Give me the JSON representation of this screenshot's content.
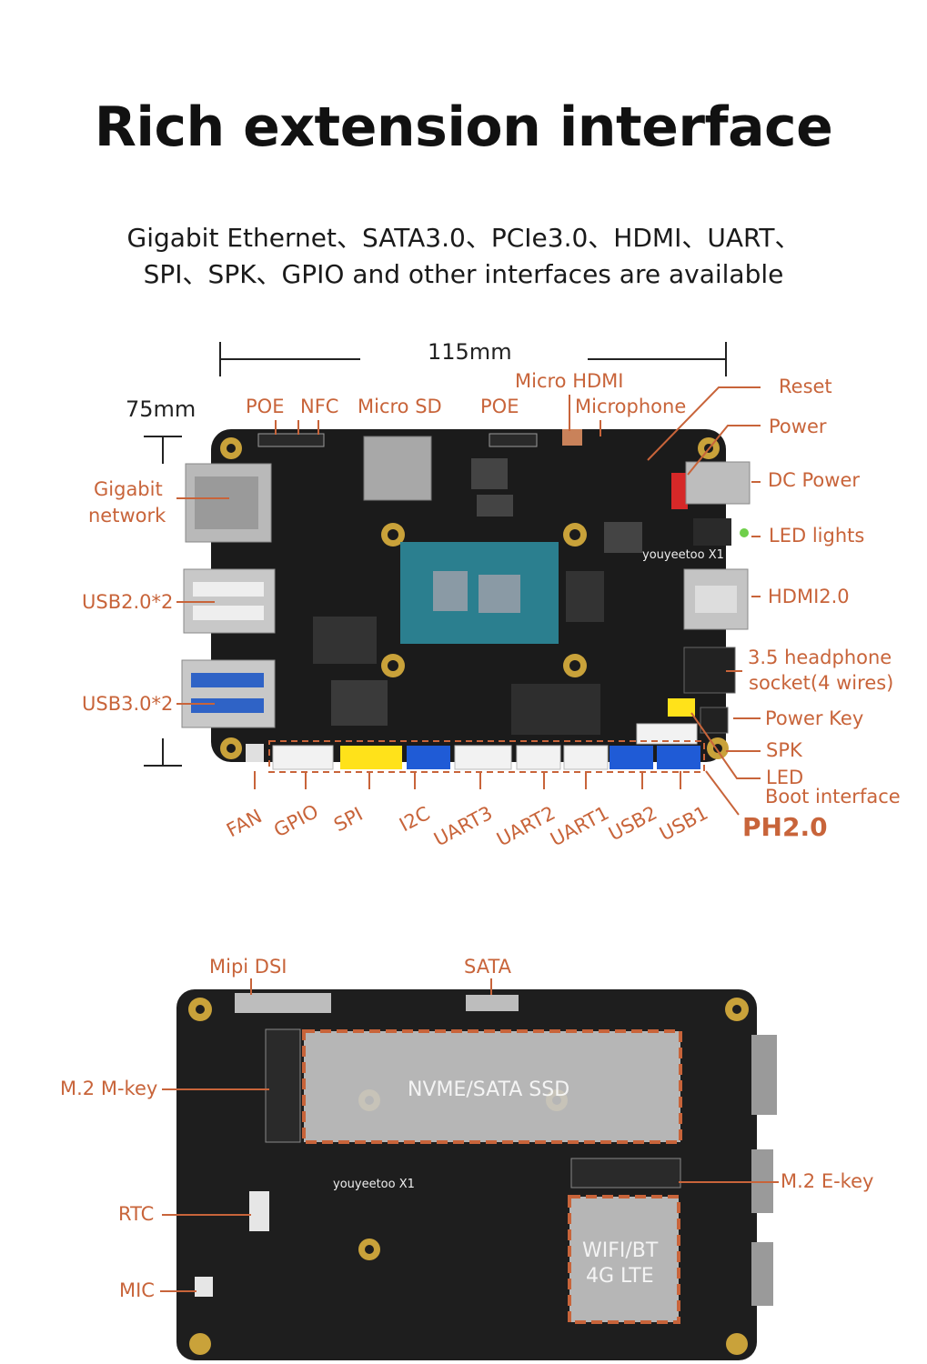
{
  "title": "Rich extension interface",
  "subtitle": {
    "line1": "Gigabit Ethernet、SATA3.0、PCIe3.0、HDMI、UART、",
    "line2": "SPI、SPK、GPIO and other interfaces are available"
  },
  "dimensions": {
    "width": "115mm",
    "height": "75mm"
  },
  "top_labels": {
    "poe1": "POE",
    "nfc": "NFC",
    "microsd": "Micro SD",
    "poe2": "POE",
    "microhdmi": "Micro HDMI",
    "microphone": "Microphone"
  },
  "left_labels": {
    "gigabit_l1": "Gigabit",
    "gigabit_l2": "network",
    "usb2": "USB2.0*2",
    "usb3": "USB3.0*2"
  },
  "right_labels": {
    "reset": "Reset",
    "power": "Power",
    "dcpower": "DC Power",
    "led_lights": "LED lights",
    "hdmi": "HDMI2.0",
    "headphone_l1": "3.5 headphone",
    "headphone_l2": "socket(4 wires)",
    "powerkey": "Power Key",
    "spk": "SPK",
    "led": "LED",
    "boot": "Boot interface",
    "ph": "PH2.0"
  },
  "bottom_labels": {
    "fan": "FAN",
    "gpio": "GPIO",
    "spi": "SPI",
    "i2c": "I2C",
    "uart3": "UART3",
    "uart2": "UART2",
    "uart1": "UART1",
    "usb2": "USB2",
    "usb1": "USB1"
  },
  "board_silkscreen": {
    "top_brand": "youyeetoo X1",
    "bottom_brand": "youyeetoo X1"
  },
  "board2_labels": {
    "mipi": "Mipi DSI",
    "sata": "SATA",
    "m2m": "M.2 M-key",
    "m2e": "M.2 E-key",
    "rtc": "RTC",
    "mic": "MIC",
    "nvme": "NVME/SATA SSD",
    "wifi_l1": "WIFI/BT",
    "wifi_l2": "4G LTE"
  },
  "colors": {
    "accent": "#c8643a",
    "board": "#1b1b1b",
    "chip": "#2b7f8f"
  }
}
